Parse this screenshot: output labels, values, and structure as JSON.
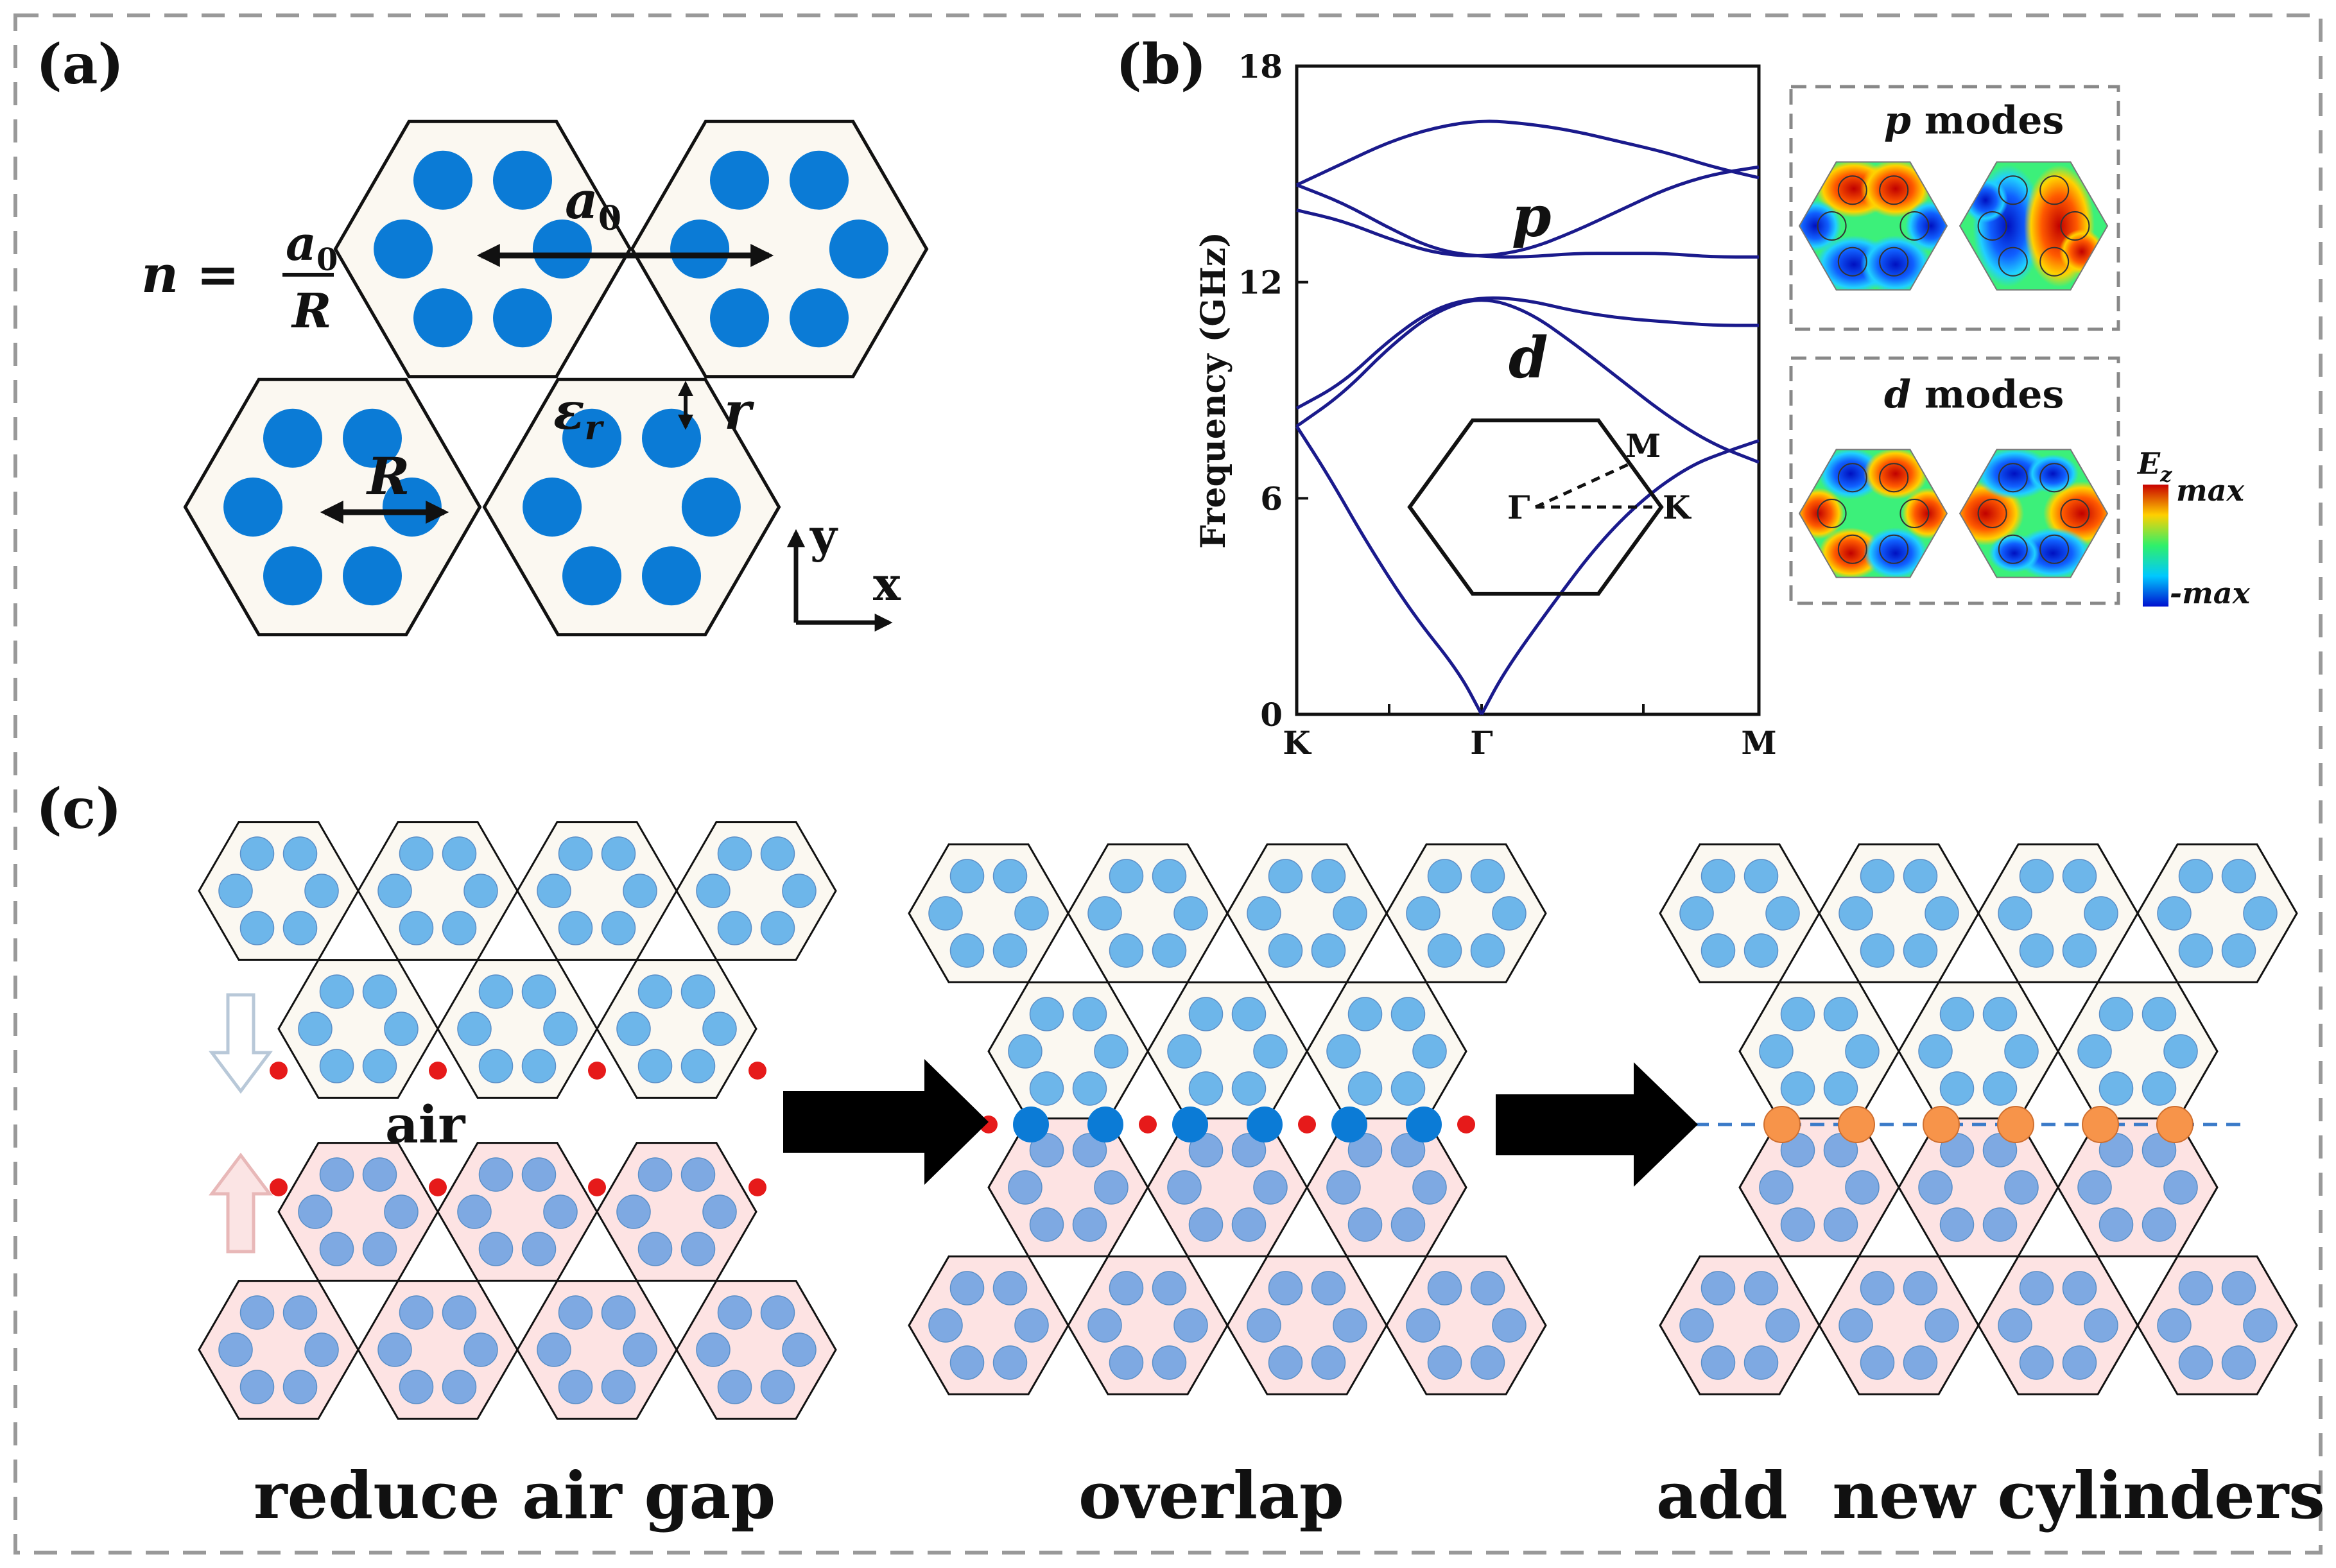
{
  "panels": {
    "a": {
      "tag": "(a)",
      "n_label": "n =",
      "frac_num": "a",
      "frac_num_sub": "0",
      "frac_den": "R",
      "a0": "a",
      "a0_sub": "0",
      "eps": "ε",
      "eps_sub": "r",
      "r": "r",
      "R": "R",
      "axis_y": "y",
      "axis_x": "x"
    },
    "b": {
      "tag": "(b)",
      "p_label": "p",
      "d_label": "d",
      "bz_gamma": "Γ",
      "bz_M": "M",
      "bz_K": "K",
      "p_modes": "p modes",
      "d_modes": "d modes",
      "colorbar_label": "E",
      "colorbar_sub": "z",
      "colorbar_max": "max",
      "colorbar_min": "-max"
    },
    "c": {
      "tag": "(c)",
      "air": "air",
      "caption1": "reduce air gap",
      "caption2": "overlap",
      "caption3": "add  new cylinders"
    }
  },
  "colors": {
    "cylinder": "#0b7bd6",
    "light_cylinder": "#6db6ea",
    "mid_cylinder": "#7ea9e2",
    "cell": "#fbf8f1",
    "pink_cell": "#fde3e3",
    "band": "#1a1a8c",
    "red_dot": "#e61a1a",
    "orange": "#f7944a"
  },
  "chart_data": {
    "type": "line",
    "ylabel": "Frequency (GHz)",
    "ylim": [
      0,
      18
    ],
    "yticks": [
      0,
      6,
      12,
      18
    ],
    "xticks": [
      "K",
      "Γ",
      "M"
    ],
    "series": [
      {
        "values": [
          [
            0,
            8.0
          ],
          [
            0.07,
            6.6
          ],
          [
            0.15,
            4.8
          ],
          [
            0.25,
            2.8
          ],
          [
            0.35,
            1.2
          ],
          [
            0.4,
            0
          ]
        ]
      },
      {
        "values": [
          [
            0.4,
            0
          ],
          [
            0.45,
            1.2
          ],
          [
            0.55,
            3.0
          ],
          [
            0.65,
            4.7
          ],
          [
            0.75,
            6.0
          ],
          [
            0.85,
            6.9
          ],
          [
            0.93,
            7.3
          ],
          [
            1.0,
            7.6
          ]
        ]
      },
      {
        "values": [
          [
            0,
            8.0
          ],
          [
            0.1,
            8.9
          ],
          [
            0.2,
            10.2
          ],
          [
            0.3,
            11.2
          ],
          [
            0.4,
            11.6
          ],
          [
            0.5,
            11.2
          ],
          [
            0.6,
            10.3
          ],
          [
            0.7,
            9.3
          ],
          [
            0.8,
            8.3
          ],
          [
            0.9,
            7.5
          ],
          [
            1.0,
            7.0
          ]
        ]
      },
      {
        "values": [
          [
            0,
            8.5
          ],
          [
            0.1,
            9.2
          ],
          [
            0.2,
            10.4
          ],
          [
            0.3,
            11.3
          ],
          [
            0.4,
            11.6
          ],
          [
            0.5,
            11.5
          ],
          [
            0.6,
            11.2
          ],
          [
            0.7,
            11.0
          ],
          [
            0.8,
            10.9
          ],
          [
            0.9,
            10.8
          ],
          [
            1.0,
            10.8
          ]
        ]
      },
      {
        "values": [
          [
            0,
            14.0
          ],
          [
            0.1,
            13.7
          ],
          [
            0.2,
            13.2
          ],
          [
            0.3,
            12.8
          ],
          [
            0.4,
            12.7
          ],
          [
            0.5,
            12.9
          ],
          [
            0.6,
            13.4
          ],
          [
            0.7,
            14.0
          ],
          [
            0.8,
            14.6
          ],
          [
            0.9,
            15.0
          ],
          [
            1.0,
            15.2
          ]
        ]
      },
      {
        "values": [
          [
            0,
            14.7
          ],
          [
            0.1,
            14.2
          ],
          [
            0.2,
            13.5
          ],
          [
            0.3,
            12.9
          ],
          [
            0.4,
            12.7
          ],
          [
            0.5,
            12.7
          ],
          [
            0.6,
            12.8
          ],
          [
            0.7,
            12.8
          ],
          [
            0.8,
            12.8
          ],
          [
            0.9,
            12.7
          ],
          [
            1.0,
            12.7
          ]
        ]
      },
      {
        "values": [
          [
            0,
            14.7
          ],
          [
            0.1,
            15.3
          ],
          [
            0.2,
            15.9
          ],
          [
            0.3,
            16.3
          ],
          [
            0.4,
            16.5
          ],
          [
            0.5,
            16.4
          ],
          [
            0.6,
            16.2
          ],
          [
            0.7,
            15.9
          ],
          [
            0.8,
            15.6
          ],
          [
            0.9,
            15.2
          ],
          [
            1.0,
            14.9
          ]
        ]
      }
    ]
  }
}
